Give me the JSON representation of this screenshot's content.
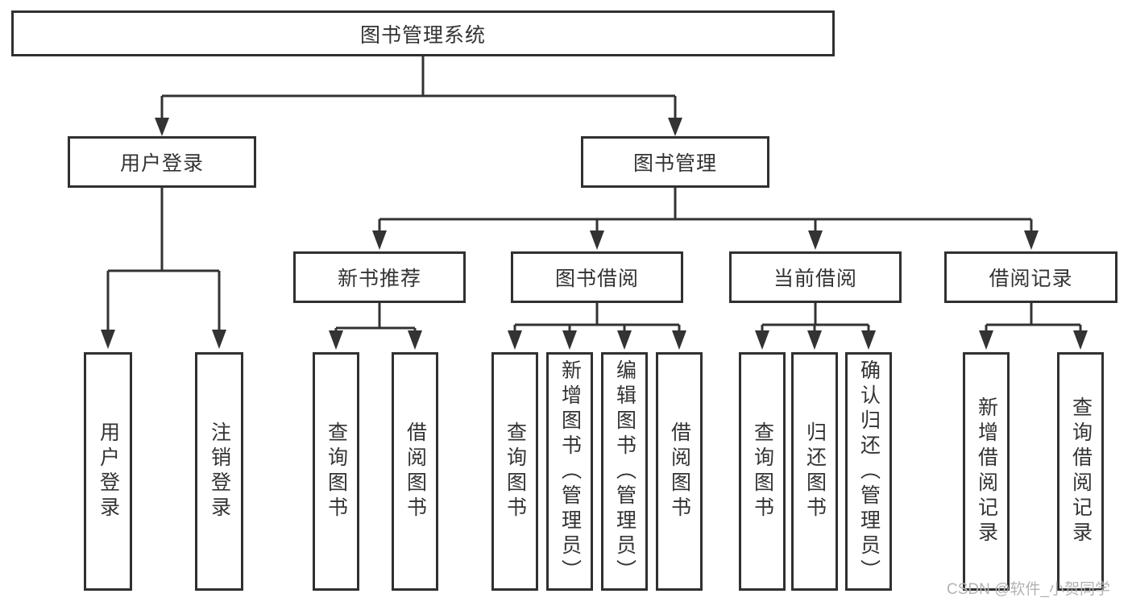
{
  "diagram": {
    "title": "图书管理系统",
    "watermark": "CSDN @软件_小贺同学",
    "colors": {
      "line": "#333333",
      "box_border": "#303030",
      "text": "#333333",
      "watermark": "#b3b3b3",
      "background": "#ffffff"
    },
    "level1": {
      "user_login": {
        "label": "用户登录",
        "children": [
          "用户登录",
          "注销登录"
        ]
      },
      "book_management": {
        "label": "图书管理",
        "modules": {
          "new_book_recommendation": {
            "label": "新书推荐",
            "children": [
              "查询图书",
              "借阅图书"
            ]
          },
          "book_borrowing": {
            "label": "图书借阅",
            "children": [
              "查询图书",
              "新增图书（管理员）",
              "编辑图书（管理员）",
              "借阅图书"
            ]
          },
          "current_borrowing": {
            "label": "当前借阅",
            "children": [
              "查询图书",
              "归还图书",
              "确认归还（管理员）"
            ]
          },
          "borrowing_records": {
            "label": "借阅记录",
            "children": [
              "新增借阅记录",
              "查询借阅记录"
            ]
          }
        }
      }
    }
  }
}
